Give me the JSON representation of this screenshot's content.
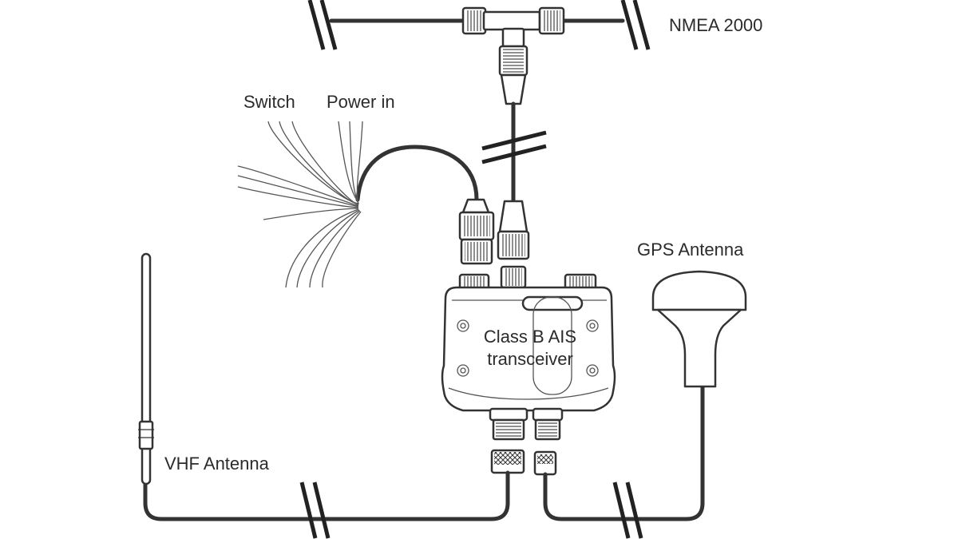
{
  "labels": {
    "nmea": "NMEA 2000",
    "switch": "Switch",
    "power_in": "Power in",
    "gps_antenna": "GPS Antenna",
    "vhf_antenna": "VHF Antenna",
    "transceiver_line1": "Class B AIS",
    "transceiver_line2": "transceiver"
  },
  "colors": {
    "line": "#333333",
    "text": "#2b2b2b",
    "background": "#ffffff"
  }
}
